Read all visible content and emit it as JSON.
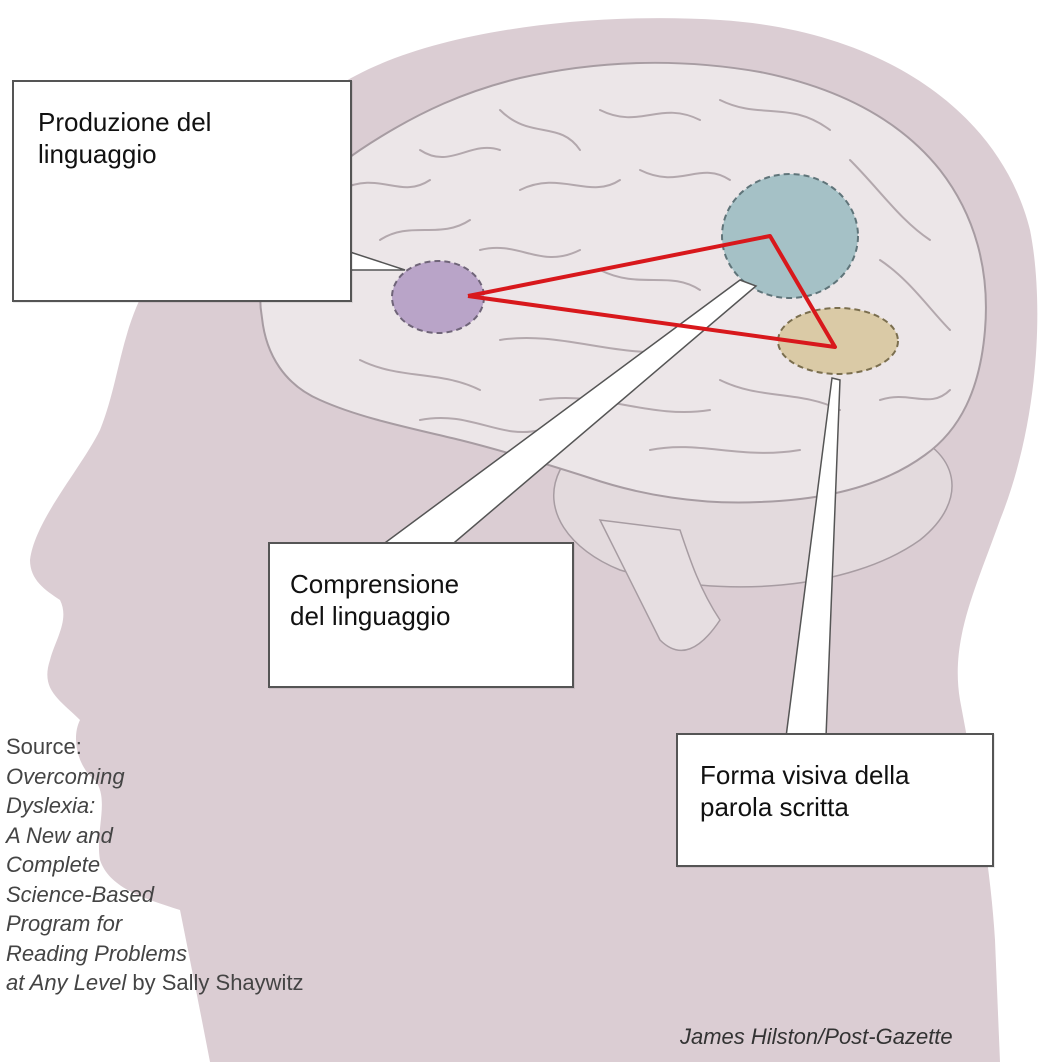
{
  "labels": {
    "production": [
      "Produzione del",
      "linguaggio"
    ],
    "comprehension": [
      "Comprensione",
      "del linguaggio"
    ],
    "visual_word_form": [
      "Forma visiva della",
      "parola scritta"
    ]
  },
  "source": {
    "heading": "Source:",
    "title_lines": [
      "Overcoming",
      "Dyslexia:",
      "A New and",
      "Complete",
      "Science-Based",
      "Program for",
      "Reading Problems"
    ],
    "last_line_italic": "at Any Level",
    "last_line_plain": " by Sally Shaywitz"
  },
  "credit": "James Hilston/Post-Gazette",
  "colors": {
    "head_silhouette": "#dbcdd3",
    "brain": "#ece6e8",
    "brain_outline": "#a79ca2",
    "production_region": "#b49cc4",
    "comprehension_region": "#9dbcc2",
    "visual_region": "#d8c79e",
    "connection_line": "#d8181c"
  }
}
